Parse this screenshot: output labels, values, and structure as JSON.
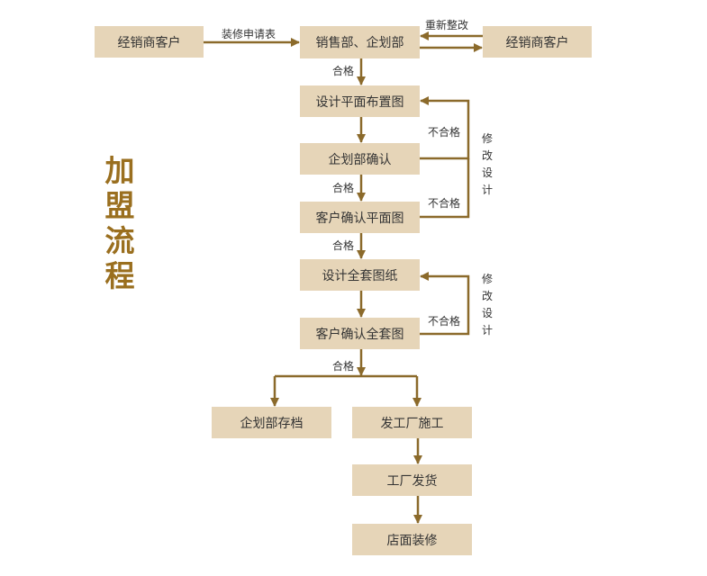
{
  "title": "加盟流程",
  "colors": {
    "box_fill": "#e6d5b8",
    "line": "#8b6a2b",
    "title": "#9a6f1f",
    "text": "#333333"
  },
  "nodes": {
    "dealer_left": "经销商客户",
    "sales_planning": "销售部、企划部",
    "dealer_right": "经销商客户",
    "design_floorplan": "设计平面布置图",
    "planning_confirm": "企划部确认",
    "customer_confirm_floorplan": "客户确认平面图",
    "design_full_set": "设计全套图纸",
    "customer_confirm_full_set": "客户确认全套图",
    "planning_archive": "企划部存档",
    "factory_construction": "发工厂施工",
    "factory_shipping": "工厂发货",
    "store_decoration": "店面装修"
  },
  "edge_labels": {
    "application_form": "装修申请表",
    "rectify": "重新整改",
    "pass_1": "合格",
    "fail_1": "不合格",
    "pass_2": "合格",
    "fail_2": "不合格",
    "pass_3": "合格",
    "fail_3": "不合格",
    "pass_4": "合格",
    "modify_design_1": "修改设计",
    "modify_design_2": "修改设计"
  }
}
